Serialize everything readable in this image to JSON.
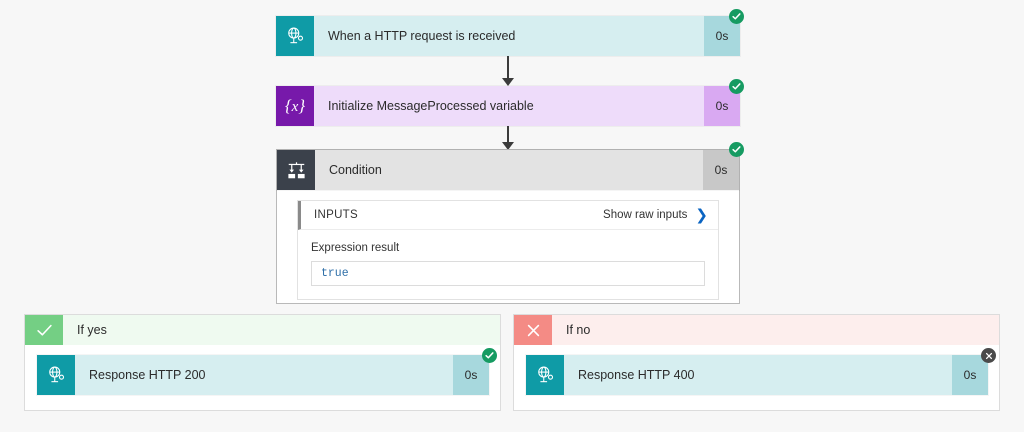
{
  "flow": {
    "steps": [
      {
        "id": "trigger",
        "name": "When a HTTP request is received",
        "duration": "0s",
        "status": "succeeded",
        "icon": "http-request-icon",
        "theme": "http"
      },
      {
        "id": "init-variable",
        "name": "Initialize MessageProcessed variable",
        "duration": "0s",
        "status": "succeeded",
        "icon": "variable-braces-icon",
        "theme": "variable"
      },
      {
        "id": "condition",
        "name": "Condition",
        "duration": "0s",
        "status": "succeeded",
        "icon": "condition-branch-icon",
        "theme": "condition"
      }
    ]
  },
  "condition_panel": {
    "section_label": "INPUTS",
    "show_raw_link": "Show raw inputs",
    "chevron_icon": "chevron-right-icon",
    "field_label": "Expression result",
    "field_value": "true"
  },
  "branches": [
    {
      "id": "if-yes",
      "label": "If yes",
      "mark_icon": "check-icon",
      "action": {
        "name": "Response HTTP 200",
        "duration": "0s",
        "status": "succeeded",
        "icon": "http-request-icon",
        "theme": "http"
      }
    },
    {
      "id": "if-no",
      "label": "If no",
      "mark_icon": "close-icon",
      "action": {
        "name": "Response HTTP 400",
        "duration": "0s",
        "status": "skipped",
        "icon": "http-request-icon",
        "theme": "http"
      }
    }
  ],
  "colors": {
    "background": "#f7f7f7",
    "http_accent": "#0f9ba6",
    "http_body": "#d6eef0",
    "variable_accent": "#7719aa",
    "variable_body": "#eedcfa",
    "condition_accent": "#3b414b",
    "condition_body": "#e3e3e3",
    "success": "#169b62",
    "skipped": "#4a4a4a",
    "yes_accent": "#74cf84",
    "no_accent": "#f48b85",
    "link_blue": "#0a64c2"
  }
}
